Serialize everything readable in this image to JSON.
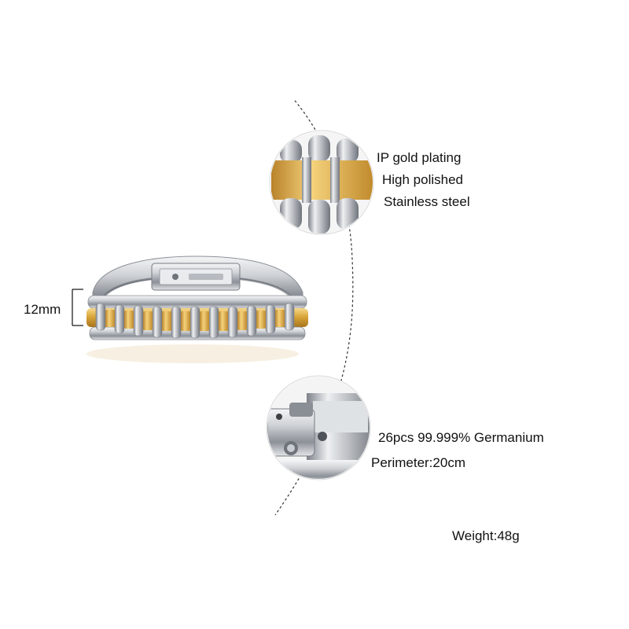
{
  "labels": {
    "band_width": "12mm",
    "finish_1": "IP gold plating",
    "finish_2": "High polished",
    "finish_3": "Stainless steel",
    "germanium": "26pcs 99.999% Germanium",
    "perimeter": "Perimeter:20cm",
    "weight": "Weight:48g"
  },
  "colors": {
    "gold": "#d9a63a",
    "steel": "#c9ccd1",
    "dark_steel": "#6f747b",
    "guide_line": "#333333"
  },
  "icons": {
    "bracelet": "two-tone-link-bracelet",
    "detail_top": "gold-link-closeup",
    "detail_bottom": "clasp-closeup"
  }
}
